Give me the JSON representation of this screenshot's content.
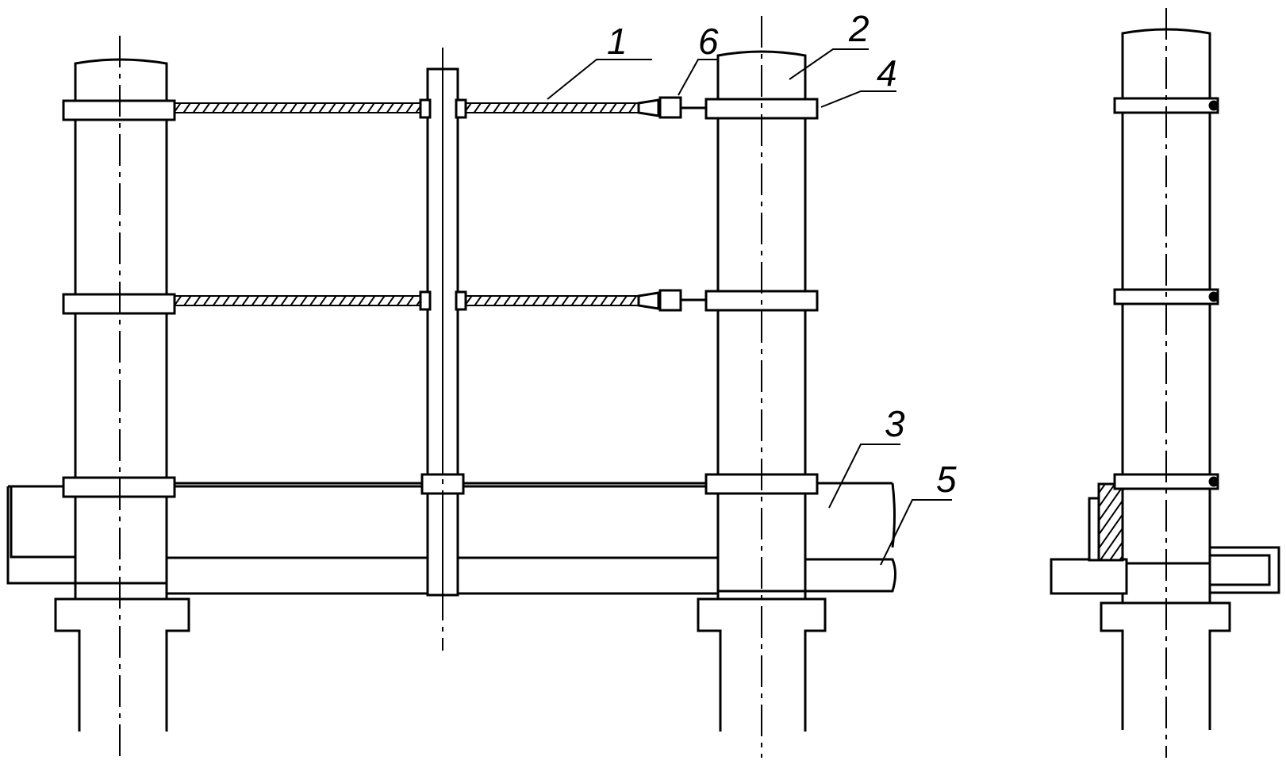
{
  "labels": {
    "l1": "1",
    "l2": "2",
    "l3": "3",
    "l4": "4",
    "l5": "5",
    "l6": "6"
  },
  "colors": {
    "ink": "#000000",
    "paper": "#ffffff"
  }
}
